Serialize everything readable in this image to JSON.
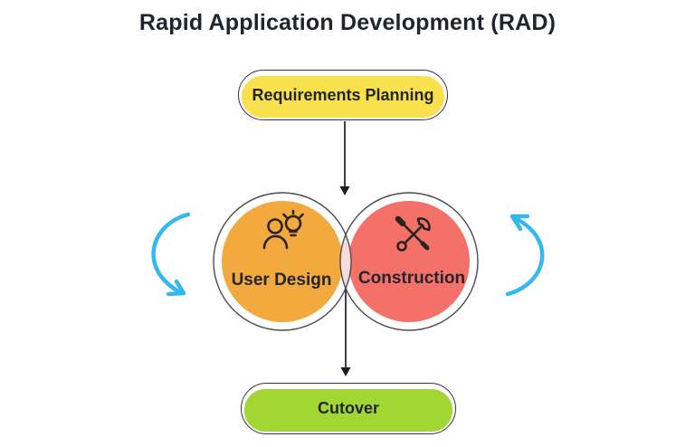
{
  "title": "Rapid Application Development (RAD)",
  "colors": {
    "yellow": "#F9E04D",
    "orange": "#F2A93D",
    "red": "#F4716A",
    "green": "#A2D733",
    "blue": "#35B7F0",
    "lens": "#F9DCD9",
    "outline_dark": "#33333C",
    "circle_outline": "#4B4B52",
    "arrow_black": "#1C1C24",
    "text_dark": "#23252E"
  },
  "stages": {
    "requirements_planning": {
      "label": "Requirements Planning"
    },
    "user_design": {
      "label": "User Design",
      "icon": "person-lightbulb-icon"
    },
    "construction": {
      "label": "Construction",
      "icon": "wrench-screwdriver-icon"
    },
    "cutover": {
      "label": "Cutover"
    }
  }
}
